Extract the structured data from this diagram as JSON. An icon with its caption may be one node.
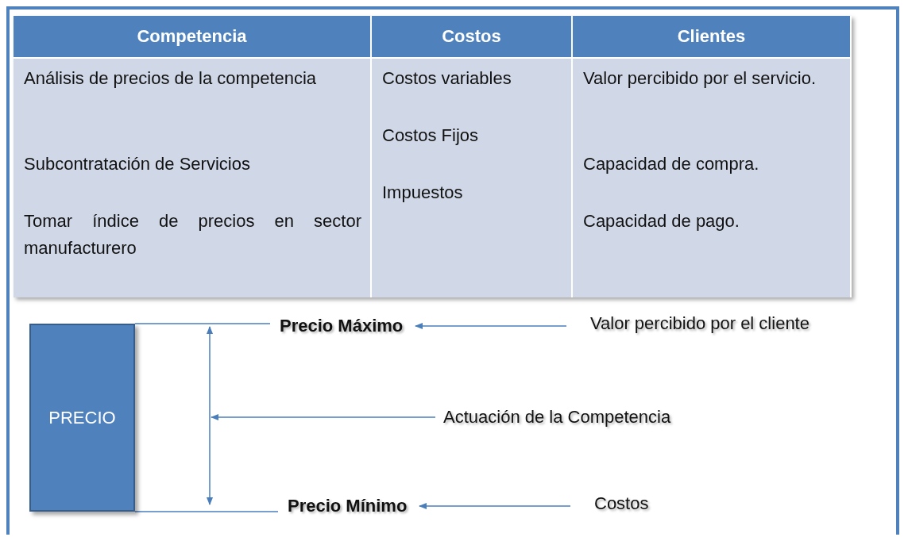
{
  "diagram": {
    "nodes": [
      {
        "text": [
          "PRECIO"
        ]
      },
      {
        "text": [
          "Precio Máximo"
        ]
      },
      {
        "text": [
          "Precio Mínimo"
        ]
      },
      {
        "text": [
          "Valor percibido por el cliente"
        ]
      },
      {
        "text": [
          "Actuación de la Competencia"
        ]
      },
      {
        "text": [
          "Costos"
        ]
      }
    ],
    "edges": [
      {
        "from": 0,
        "to": 1,
        "arrow": "none"
      },
      {
        "from": 0,
        "to": 2,
        "arrow": "none"
      },
      {
        "from": 3,
        "to": 1,
        "arrow": "to"
      },
      {
        "from": 4,
        "to": null,
        "arrow": "to"
      },
      {
        "from": 5,
        "to": 2,
        "arrow": "to"
      }
    ],
    "labels": [
      "Competencia",
      "Costos",
      "Clientes",
      "Análisis de precios de la competencia",
      "Subcontratación de Servicios",
      "Tomar índice de precios en sector manufacturero",
      "Costos variables",
      "Costos Fijos",
      "Impuestos",
      "Valor percibido por el servicio.",
      "Capacidad de compra.",
      "Capacidad de pago."
    ]
  }
}
